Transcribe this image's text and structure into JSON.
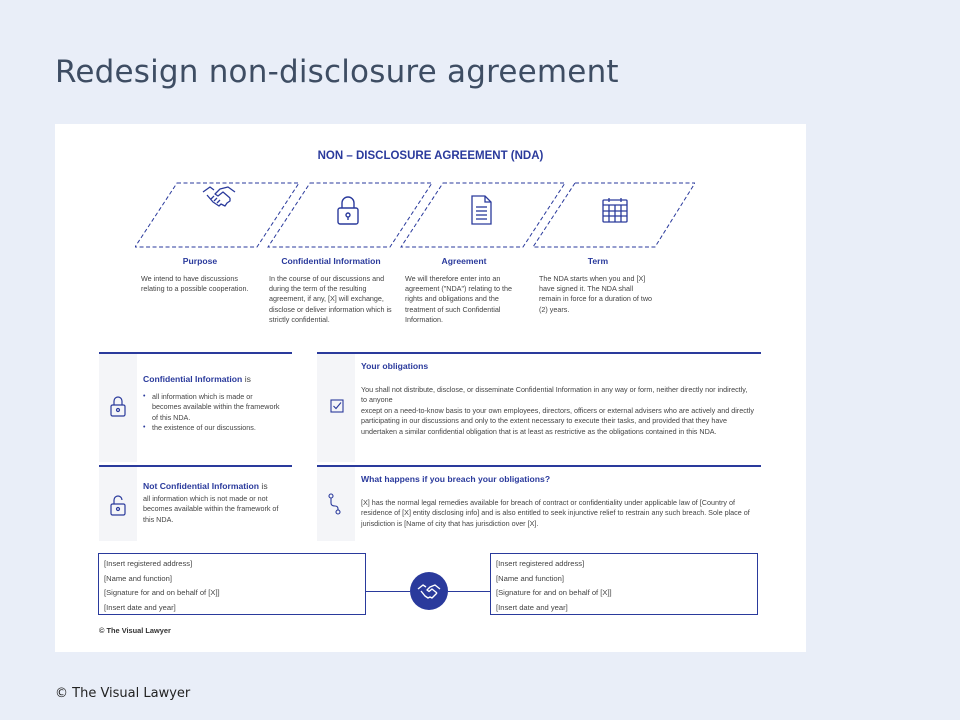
{
  "slide": {
    "title": "Redesign non-disclosure agreement",
    "footer": "© The Visual Lawyer"
  },
  "document": {
    "title": "NON – DISCLOSURE AGREEMENT (NDA)",
    "columns": [
      {
        "heading": "Purpose",
        "icon": "handshake-icon",
        "text": "We intend to have discussions relating to a possible cooperation."
      },
      {
        "heading": "Confidential Information",
        "icon": "padlock-icon",
        "text": "In the course of our discussions and during the term of the resulting agreement, if any, [X] will exchange, disclose or deliver information which is strictly confidential."
      },
      {
        "heading": "Agreement",
        "icon": "document-icon",
        "text": "We will therefore enter into an agreement (\"NDA\") relating to the rights and obligations and the treatment of such Confidential Information."
      },
      {
        "heading": "Term",
        "icon": "calendar-icon",
        "text": "The NDA starts when you and [X] have signed it. The NDA shall remain in force for a duration of two (2) years."
      }
    ],
    "confidential": {
      "heading": "Confidential Information",
      "heading_suffix": "is",
      "items": [
        "all information which is made or becomes available within the framework of this NDA.",
        "the existence of our discussions."
      ]
    },
    "not_confidential": {
      "heading": "Not Confidential Information",
      "heading_suffix": "is",
      "text": "all information which is not made or not becomes available within the framework of this NDA."
    },
    "obligations": {
      "heading": "Your obligations",
      "text1": "You shall not distribute, disclose, or disseminate Confidential Information in any way or form, neither directly nor indirectly, to anyone",
      "text2": "except on a need-to-know basis to your own employees, directors, officers or external advisers who are actively and directly participating in our discussions and only to the extent necessary to execute their tasks, and provided that they have undertaken a similar confidential obligation that is at least as restrictive as the obligations contained in this NDA."
    },
    "breach": {
      "heading": "What happens if you breach your obligations?",
      "text": "[X] has the normal legal remedies available for breach of contract or confidentiality under applicable law of [Country of residence of [X] entity disclosing info] and is also entitled to seek injunctive relief to restrain any such breach. Sole place of jurisdiction is [Name of city that has jurisdiction over [X]."
    },
    "signature_left": [
      "[Insert registered address]",
      "[Name and function]",
      "[Signature for and on behalf of [X]]",
      "[Insert date and year]"
    ],
    "signature_right": [
      "[Insert registered address]",
      "[Name and function]",
      "[Signature for and on behalf of [X]]",
      "[Insert date and year]"
    ],
    "copyright": "© The Visual Lawyer"
  },
  "colors": {
    "accent": "#2a3a9c",
    "background": "#e9eef8",
    "panel": "#ffffff"
  }
}
